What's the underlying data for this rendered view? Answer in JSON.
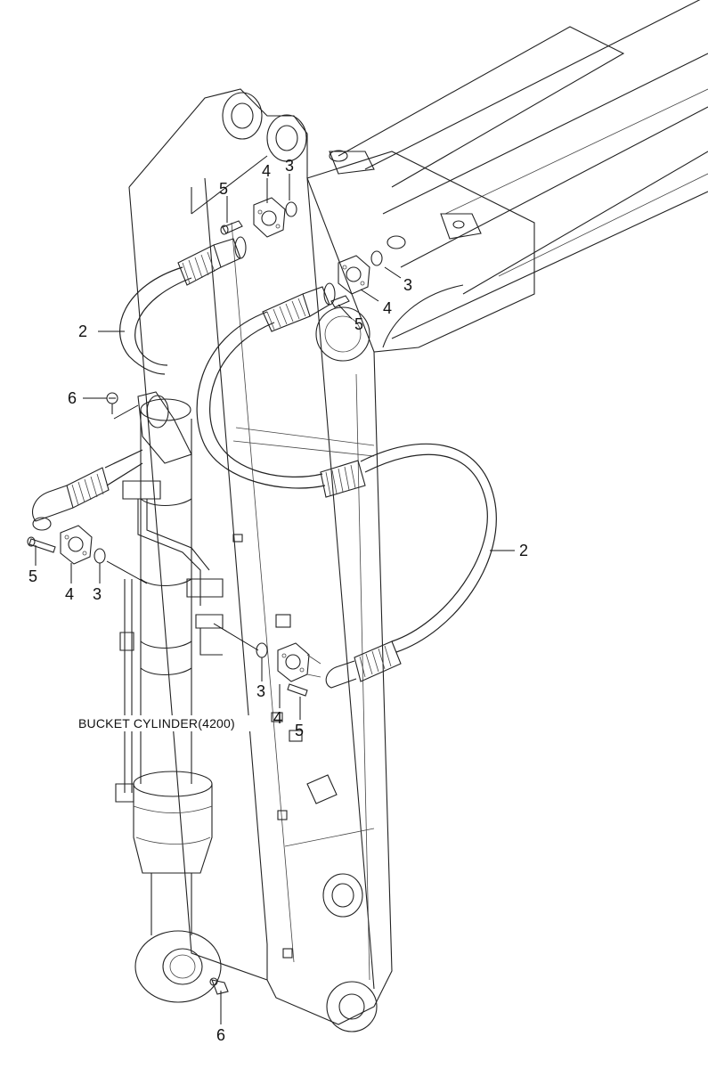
{
  "diagram": {
    "caption": "BUCKET CYLINDER(4200)",
    "callouts": [
      {
        "id": "c-5-top",
        "text": "5"
      },
      {
        "id": "c-4-top",
        "text": "4"
      },
      {
        "id": "c-3-top",
        "text": "3"
      },
      {
        "id": "c-3-right",
        "text": "3"
      },
      {
        "id": "c-4-right",
        "text": "4"
      },
      {
        "id": "c-5-right",
        "text": "5"
      },
      {
        "id": "c-2-left",
        "text": "2"
      },
      {
        "id": "c-6-left",
        "text": "6"
      },
      {
        "id": "c-5-left",
        "text": "5"
      },
      {
        "id": "c-4-left",
        "text": "4"
      },
      {
        "id": "c-3-left",
        "text": "3"
      },
      {
        "id": "c-2-right",
        "text": "2"
      },
      {
        "id": "c-3-bottom",
        "text": "3"
      },
      {
        "id": "c-4-bottom",
        "text": "4"
      },
      {
        "id": "c-5-bottom",
        "text": "5"
      },
      {
        "id": "c-6-bottom",
        "text": "6"
      }
    ]
  }
}
